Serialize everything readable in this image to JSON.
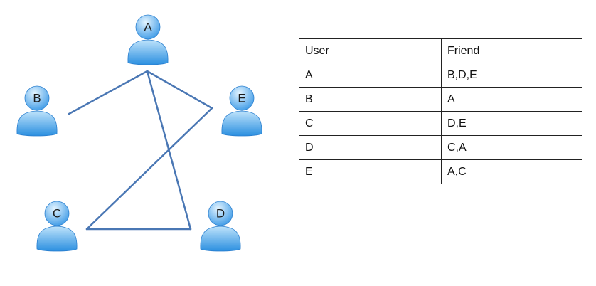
{
  "graph": {
    "edges": [
      [
        "A",
        "B"
      ],
      [
        "A",
        "D"
      ],
      [
        "A",
        "E"
      ],
      [
        "C",
        "D"
      ],
      [
        "C",
        "E"
      ]
    ],
    "edge_color": "#4a77b4",
    "node_gradient_light": "#bfe3fb",
    "node_gradient_dark": "#2b8fe0",
    "nodes": [
      "A",
      "B",
      "C",
      "D",
      "E"
    ]
  },
  "table": {
    "headers": [
      "User",
      "Friend"
    ],
    "rows": [
      [
        "A",
        "B,D,E"
      ],
      [
        "B",
        "A"
      ],
      [
        "C",
        "D,E"
      ],
      [
        "D",
        "C,A"
      ],
      [
        "E",
        "A,C"
      ]
    ]
  }
}
